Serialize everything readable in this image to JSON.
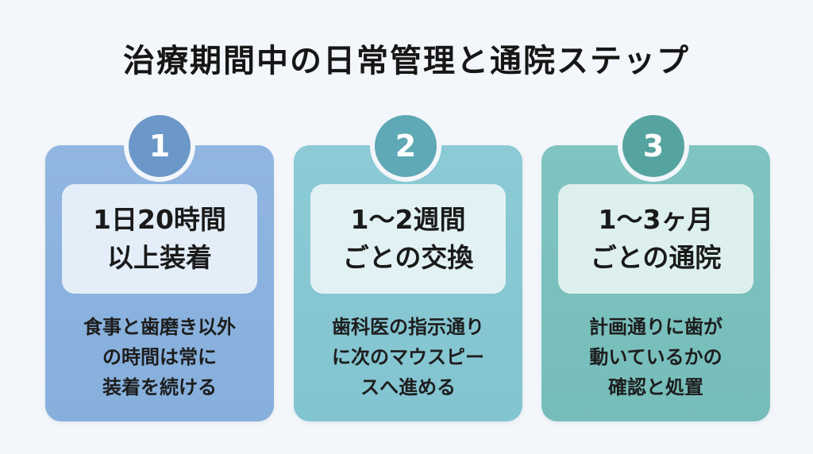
{
  "title": "治療期間中の日常管理と通院ステップ",
  "steps": [
    {
      "number": "1",
      "heading": [
        "1日20時間",
        "以上装着"
      ],
      "description": [
        "食事と歯磨き以外",
        "の時間は常に",
        "装着を続ける"
      ]
    },
    {
      "number": "2",
      "heading": [
        "1〜2週間",
        "ごとの交換"
      ],
      "description": [
        "歯科医の指示通り",
        "に次のマウスピー",
        "スへ進める"
      ]
    },
    {
      "number": "3",
      "heading": [
        "1〜3ヶ月",
        "ごとの通院"
      ],
      "description": [
        "計画通りに歯が",
        "動いているかの",
        "確認と処置"
      ]
    }
  ],
  "colors": {
    "step1_card": "#8ab2de",
    "step2_card": "#86c7d3",
    "step3_card": "#7ac0bd",
    "step1_badge": "#6b98c8",
    "step2_badge": "#5fa8b6",
    "step3_badge": "#56a49f",
    "background": "#f3f6fa"
  }
}
